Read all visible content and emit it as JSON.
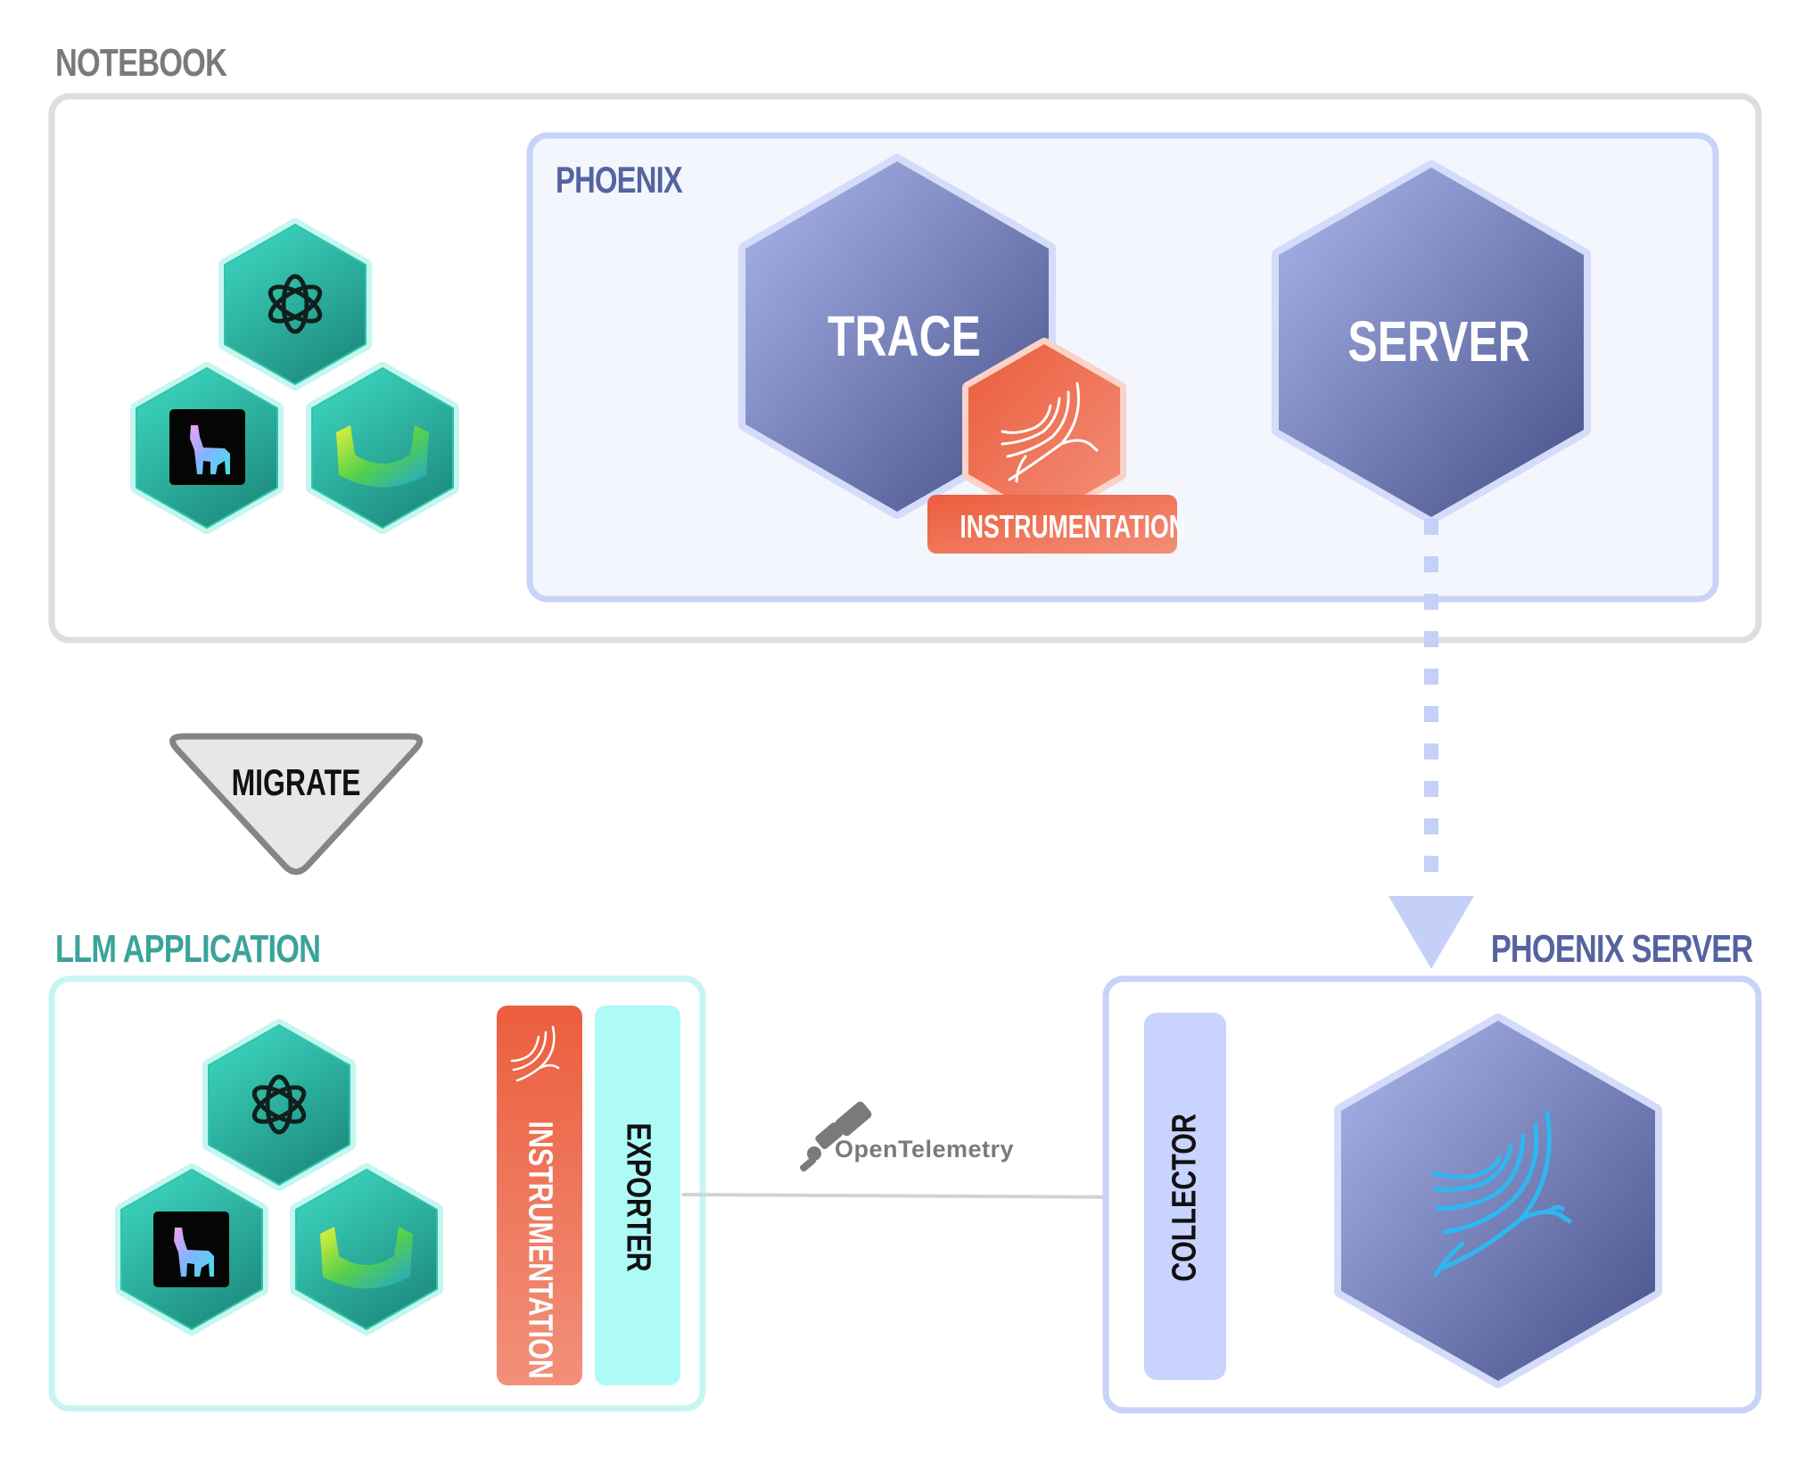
{
  "notebook": {
    "label": "NOTEBOOK",
    "phoenix": {
      "label": "PHOENIX",
      "trace_label": "TRACE",
      "server_label": "SERVER",
      "instrumentation_label": "INSTRUMENTATION"
    },
    "framework_icons": [
      "openai-icon",
      "llamaindex-icon",
      "langchain-icon"
    ]
  },
  "migrate_label": "MIGRATE",
  "llm_application": {
    "label": "LLM APPLICATION",
    "instrumentation_label": "INSTRUMENTATION",
    "exporter_label": "EXPORTER",
    "framework_icons": [
      "openai-icon",
      "llamaindex-icon",
      "langchain-icon"
    ]
  },
  "opentelemetry_label": "OpenTelemetry",
  "phoenix_server": {
    "label": "PHOENIX SERVER",
    "collector_label": "COLLECTOR"
  },
  "colors": {
    "notebook_border": "#dcdcdc",
    "phoenix_border": "#c5d0f7",
    "phoenix_fill": "#f3f6fd",
    "hex_indigo_top": "#a9b5ea",
    "hex_indigo_bottom": "#46508a",
    "instrumentation_orange": "#ee6a4c",
    "teal": "#2fbfa8",
    "exporter_cyan": "#aefaf6",
    "collector_blue": "#c8d4fd",
    "llm_app_label": "#3aa39a",
    "phoenix_label": "#5563a0",
    "notebook_label": "#7a7a7a"
  }
}
